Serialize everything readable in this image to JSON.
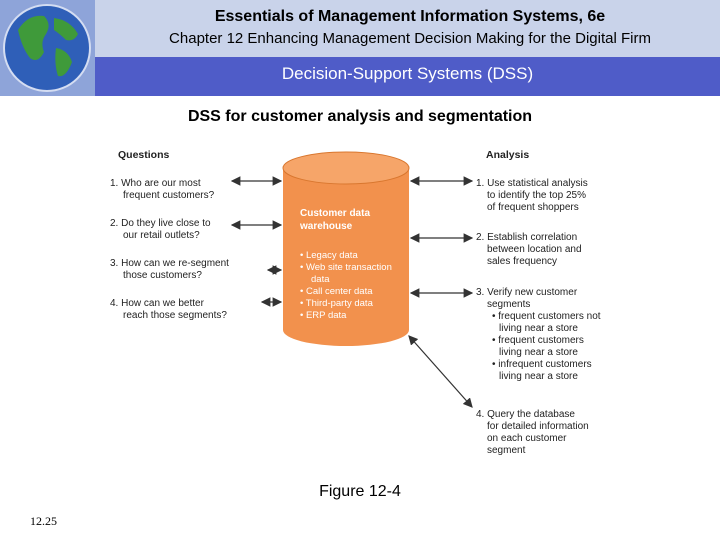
{
  "header": {
    "course_title": "Essentials of Management Information Systems, 6e",
    "chapter_title": "Chapter 12 Enhancing Management Decision Making for the Digital Firm",
    "section_title": "Decision-Support Systems (DSS)"
  },
  "slide": {
    "subtitle": "DSS for customer analysis and segmentation",
    "figure_label": "Figure 12-4",
    "page_number": "12.25"
  },
  "diagram": {
    "questions_heading": "Questions",
    "analysis_heading": "Analysis",
    "questions": [
      {
        "lines": [
          "1. Who are our most",
          "frequent customers?"
        ]
      },
      {
        "lines": [
          "2. Do they live close to",
          "our retail outlets?"
        ]
      },
      {
        "lines": [
          "3. How can we re-segment",
          "those customers?"
        ]
      },
      {
        "lines": [
          "4. How can we better",
          "reach those segments?"
        ]
      }
    ],
    "warehouse": {
      "title_lines": [
        "Customer data",
        "warehouse"
      ],
      "items": [
        [
          "• Legacy data"
        ],
        [
          "• Web site transaction",
          "data"
        ],
        [
          "• Call center data"
        ],
        [
          "• Third-party data"
        ],
        [
          "• ERP data"
        ]
      ]
    },
    "analysis": [
      {
        "lines": [
          "1. Use statistical analysis",
          "to identify the top 25%",
          "of frequent shoppers"
        ]
      },
      {
        "lines": [
          "2. Establish correlation",
          "between location and",
          "sales frequency"
        ]
      },
      {
        "lines": [
          "3. Verify new customer",
          "segments",
          "• frequent customers not",
          "living near a store",
          "• frequent customers",
          "living near a store",
          "• infrequent customers",
          "living near a store"
        ]
      },
      {
        "lines": [
          "4. Query the database",
          "for detailed information",
          "on each customer",
          "segment"
        ]
      }
    ],
    "colors": {
      "cylinder_fill": "#f2914d",
      "cylinder_top": "#f6a569",
      "cylinder_text": "#ffffff",
      "header_bar": "#c9d3ea",
      "section_bar": "#4f5cc8"
    }
  }
}
